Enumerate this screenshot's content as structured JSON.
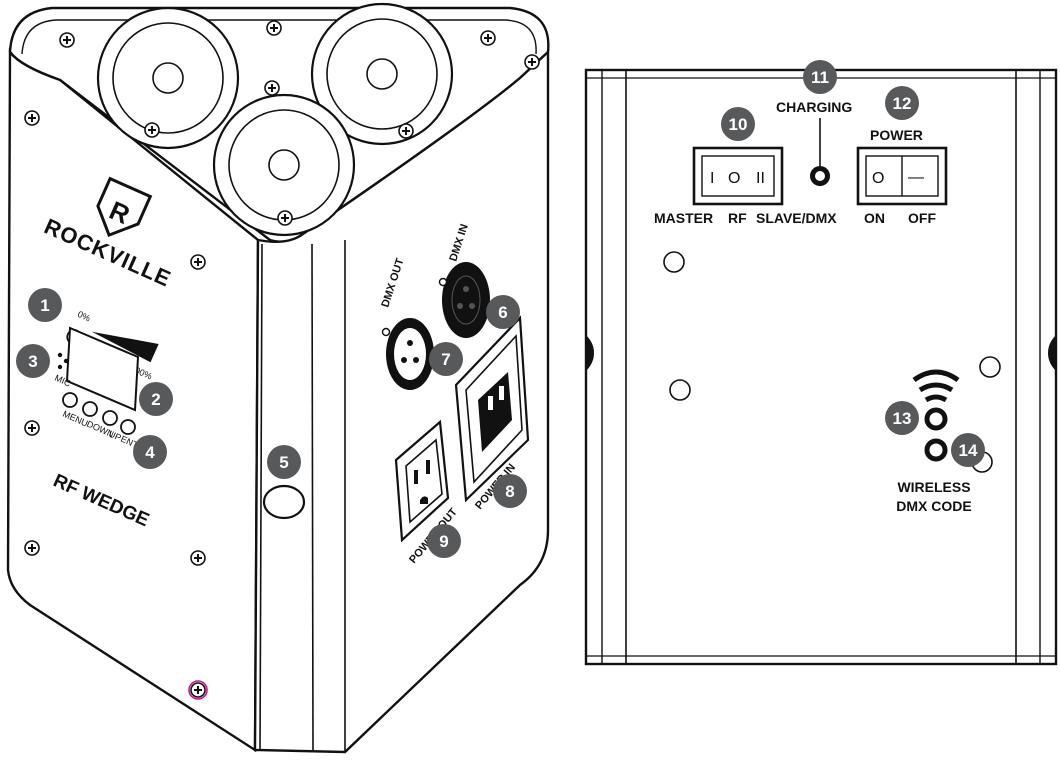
{
  "left_device": {
    "brand": "ROCKVILLE",
    "model": "RF WEDGE",
    "level_min": "0%",
    "level_max": "100%",
    "mic_label": "MIC",
    "buttons": [
      "MENU",
      "DOWN",
      "UP",
      "ENTER"
    ],
    "dmx_out_label": "DMX OUT",
    "dmx_in_label": "DMX IN",
    "power_in_label": "POWER IN",
    "power_out_label": "POWER OUT"
  },
  "right_panel": {
    "charging_label": "CHARGING",
    "power_label": "POWER",
    "mode_master": "MASTER",
    "mode_rf": "RF",
    "mode_slave": "SLAVE/DMX",
    "mode_switch_glyphs": [
      "I",
      "O",
      "II"
    ],
    "power_switch_glyphs": [
      "O",
      "—"
    ],
    "on_label": "ON",
    "off_label": "OFF",
    "wireless_line1": "WIRELESS",
    "wireless_line2": "DMX CODE"
  },
  "callouts": [
    "1",
    "2",
    "3",
    "4",
    "5",
    "6",
    "7",
    "8",
    "9",
    "10",
    "11",
    "12",
    "13",
    "14"
  ],
  "colors": {
    "callout_fill": "#58595b",
    "line": "#111111",
    "highlight": "#c2188f"
  }
}
